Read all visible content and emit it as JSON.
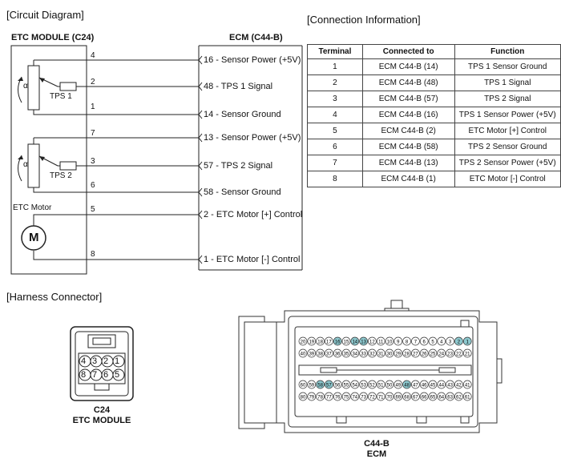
{
  "circuit": {
    "section_title": "[Circuit Diagram]",
    "module_label": "ETC MODULE (C24)",
    "ecm_label": "ECM (C44-B)",
    "tps1": "TPS 1",
    "tps2": "TPS 2",
    "alpha": "α",
    "etc_motor": "ETC Motor",
    "motor_symbol": "M",
    "wires": [
      {
        "pin": "4",
        "label": "16 - Sensor Power (+5V)"
      },
      {
        "pin": "2",
        "label": "48 - TPS 1 Signal"
      },
      {
        "pin": "1",
        "label": "14 - Sensor Ground"
      },
      {
        "pin": "7",
        "label": "13 - Sensor Power (+5V)"
      },
      {
        "pin": "3",
        "label": "57 - TPS 2 Signal"
      },
      {
        "pin": "6",
        "label": "58 - Sensor Ground"
      },
      {
        "pin": "5",
        "label": "2 - ETC Motor [+] Control"
      },
      {
        "pin": "8",
        "label": "1 - ETC Motor [-] Control"
      }
    ]
  },
  "connection": {
    "section_title": "[Connection Information]",
    "headers": [
      "Terminal",
      "Connected to",
      "Function"
    ],
    "rows": [
      [
        "1",
        "ECM C44-B (14)",
        "TPS 1 Sensor Ground"
      ],
      [
        "2",
        "ECM C44-B (48)",
        "TPS 1 Signal"
      ],
      [
        "3",
        "ECM C44-B (57)",
        "TPS 2 Signal"
      ],
      [
        "4",
        "ECM C44-B (16)",
        "TPS 1 Sensor Power (+5V)"
      ],
      [
        "5",
        "ECM C44-B (2)",
        "ETC Motor [+] Control"
      ],
      [
        "6",
        "ECM C44-B (58)",
        "TPS 2 Sensor Ground"
      ],
      [
        "7",
        "ECM C44-B (13)",
        "TPS 2 Sensor Power (+5V)"
      ],
      [
        "8",
        "ECM C44-B (1)",
        "ETC Motor [-] Control"
      ]
    ]
  },
  "harness": {
    "section_title": "[Harness Connector]",
    "c24": {
      "name": "C24",
      "sub": "ETC MODULE",
      "top_pins": [
        "4",
        "3",
        "2",
        "1"
      ],
      "bottom_pins": [
        "8",
        "7",
        "6",
        "5"
      ]
    },
    "c44b": {
      "name": "C44-B",
      "sub": "ECM",
      "highlight_color": "#8ec9cf",
      "highlighted_pins": [
        1,
        2,
        13,
        14,
        16,
        48,
        57,
        58
      ]
    }
  }
}
